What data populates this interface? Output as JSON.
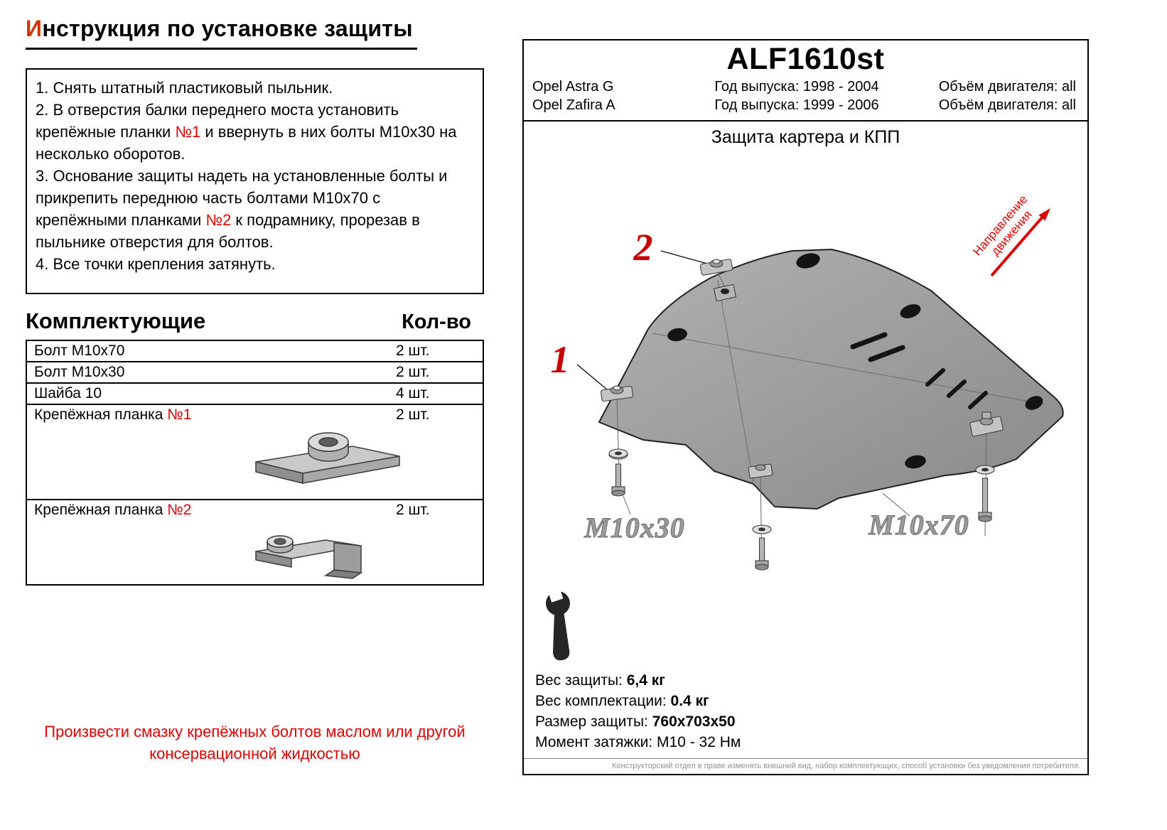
{
  "left": {
    "title_first": "И",
    "title_rest": "нструкция по установке защиты",
    "steps": [
      {
        "text": "1.  Снять штатный пластиковый пыльник."
      },
      {
        "pre": "2.  В отверстия балки переднего моста установить крепёжные планки ",
        "red": "№1",
        "post": " и ввернуть в них болты М10х30 на несколько оборотов."
      },
      {
        "pre": "3.  Основание защиты надеть на установленные болты и прикрепить переднюю часть болтами М10х70 с крепёжными планками ",
        "red": "№2",
        "post": " к подрамнику, прорезав в пыльнике отверстия для болтов."
      },
      {
        "text": "4.  Все точки крепления затянуть."
      }
    ],
    "components_title": "Комплектующие",
    "qty_title": "Кол-во",
    "rows": [
      {
        "name": "Болт М10х70",
        "qty": "2 шт."
      },
      {
        "name": "Болт М10х30",
        "qty": "2 шт."
      },
      {
        "name": "Шайба 10",
        "qty": "4 шт."
      },
      {
        "name": "Крепёжная планка ",
        "name_red": "№1",
        "qty": "2 шт."
      },
      {
        "name": "Крепёжная планка ",
        "name_red": "№2",
        "qty": "2 шт."
      }
    ],
    "note_line1": "Произвести смазку крепёжных болтов маслом или другой",
    "note_line2": "консервационной жидкостью"
  },
  "right": {
    "code": "ALF1610st",
    "vehicles": [
      {
        "model": "Opel Astra G",
        "years": "Год выпуска: 1998 - 2004",
        "engine": "Объём двигателя: all"
      },
      {
        "model": "Opel Zafira A",
        "years": "Год выпуска: 1999 - 2006",
        "engine": "Объём двигателя: all"
      }
    ],
    "diagram_title": "Защита картера и КПП",
    "callout_1": "1",
    "callout_2": "2",
    "label_m10x30": "М10х30",
    "label_m10x70": "М10х70",
    "direction_line1": "Направление",
    "direction_line2": "движения",
    "specs": [
      {
        "label": "Вес защиты: ",
        "value": "6,4 кг"
      },
      {
        "label": "Вес комплектации: ",
        "value": "0.4 кг"
      },
      {
        "label": "Размер защиты: ",
        "value": "760х703х50"
      },
      {
        "label": "Момент затяжки:  ",
        "value": "М10 - 32 Нм"
      }
    ],
    "footer": "Конструкторский отдел в праве изменять внешний вид, набор комплектующих, способ установки без уведомления потребителя."
  },
  "colors": {
    "accent_red": "#e00000",
    "title_red": "#d43400",
    "plate_gray": "#9a9a9a"
  }
}
